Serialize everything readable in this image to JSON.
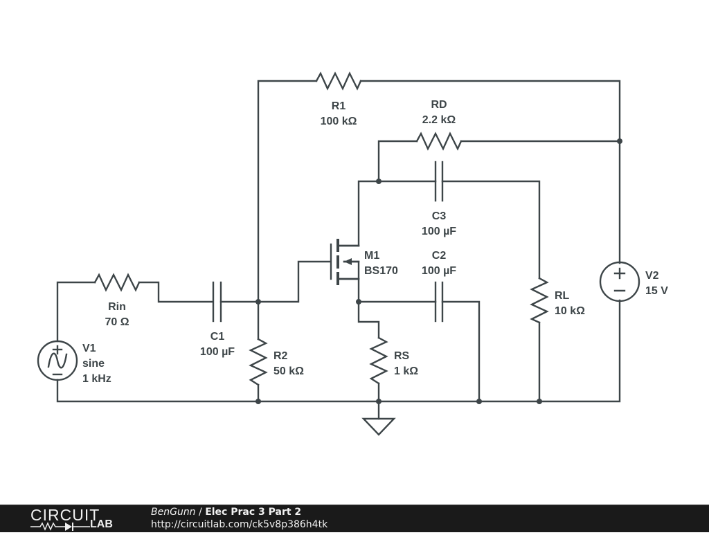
{
  "components": {
    "R1": {
      "name": "R1",
      "value": "100 kΩ"
    },
    "RD": {
      "name": "RD",
      "value": "2.2 kΩ"
    },
    "C3": {
      "name": "C3",
      "value": "100 µF"
    },
    "M1": {
      "name": "M1",
      "value": "BS170"
    },
    "C2": {
      "name": "C2",
      "value": "100 µF"
    },
    "Rin": {
      "name": "Rin",
      "value": "70 Ω"
    },
    "C1": {
      "name": "C1",
      "value": "100 µF"
    },
    "R2": {
      "name": "R2",
      "value": "50 kΩ"
    },
    "RS": {
      "name": "RS",
      "value": "1 kΩ"
    },
    "RL": {
      "name": "RL",
      "value": "10 kΩ"
    },
    "V1": {
      "name": "V1",
      "type": "sine",
      "value": "1 kHz"
    },
    "V2": {
      "name": "V2",
      "value": "15 V"
    }
  },
  "footer": {
    "logo_top": "CIRCUIT",
    "logo_bottom": "LAB",
    "author": "BenGunn",
    "separator": " / ",
    "title": "Elec Prac 3 Part 2",
    "url": "http://circuitlab.com/ck5v8p386h4tk"
  }
}
